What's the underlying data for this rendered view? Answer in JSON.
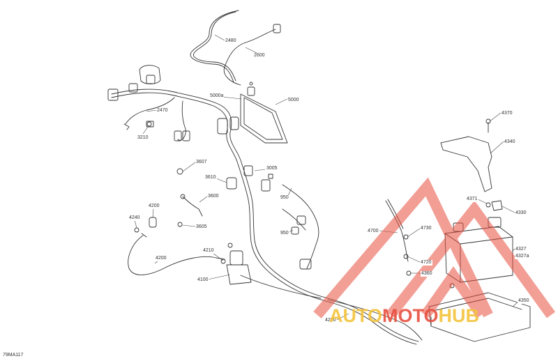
{
  "diagram_code": "79MA117",
  "callouts": [
    {
      "id": "c2480",
      "text": "2480"
    },
    {
      "id": "c2600",
      "text": "2600"
    },
    {
      "id": "c5000a",
      "text": "5000a"
    },
    {
      "id": "c5000",
      "text": "5000"
    },
    {
      "id": "c2470",
      "text": "2470"
    },
    {
      "id": "c3210",
      "text": "3210"
    },
    {
      "id": "c3607",
      "text": "3607"
    },
    {
      "id": "c3005",
      "text": "3005"
    },
    {
      "id": "c3610",
      "text": "3610"
    },
    {
      "id": "c3600",
      "text": "3600"
    },
    {
      "id": "c950a",
      "text": "950"
    },
    {
      "id": "c950b",
      "text": "950"
    },
    {
      "id": "c3605",
      "text": "3605"
    },
    {
      "id": "c4200a",
      "text": "4200"
    },
    {
      "id": "c4240",
      "text": "4240"
    },
    {
      "id": "c4200b",
      "text": "4200"
    },
    {
      "id": "c4210",
      "text": "4210"
    },
    {
      "id": "c4100",
      "text": "4100"
    },
    {
      "id": "c4200c",
      "text": "4200"
    },
    {
      "id": "c4370",
      "text": "4370"
    },
    {
      "id": "c4340",
      "text": "4340"
    },
    {
      "id": "c4371",
      "text": "4371"
    },
    {
      "id": "c4330",
      "text": "4330"
    },
    {
      "id": "c4700",
      "text": "4700"
    },
    {
      "id": "c4730",
      "text": "4730"
    },
    {
      "id": "c4720",
      "text": "4720"
    },
    {
      "id": "c4360",
      "text": "4360"
    },
    {
      "id": "c4327",
      "text": "4327"
    },
    {
      "id": "c4327a",
      "text": "4327a"
    },
    {
      "id": "c4350",
      "text": "4350"
    }
  ],
  "watermark": {
    "part1": "AUTO",
    "part2": "MOTO",
    "part3": "HUB",
    "color_yellow": "#f4c43c",
    "color_red": "#e85040"
  }
}
